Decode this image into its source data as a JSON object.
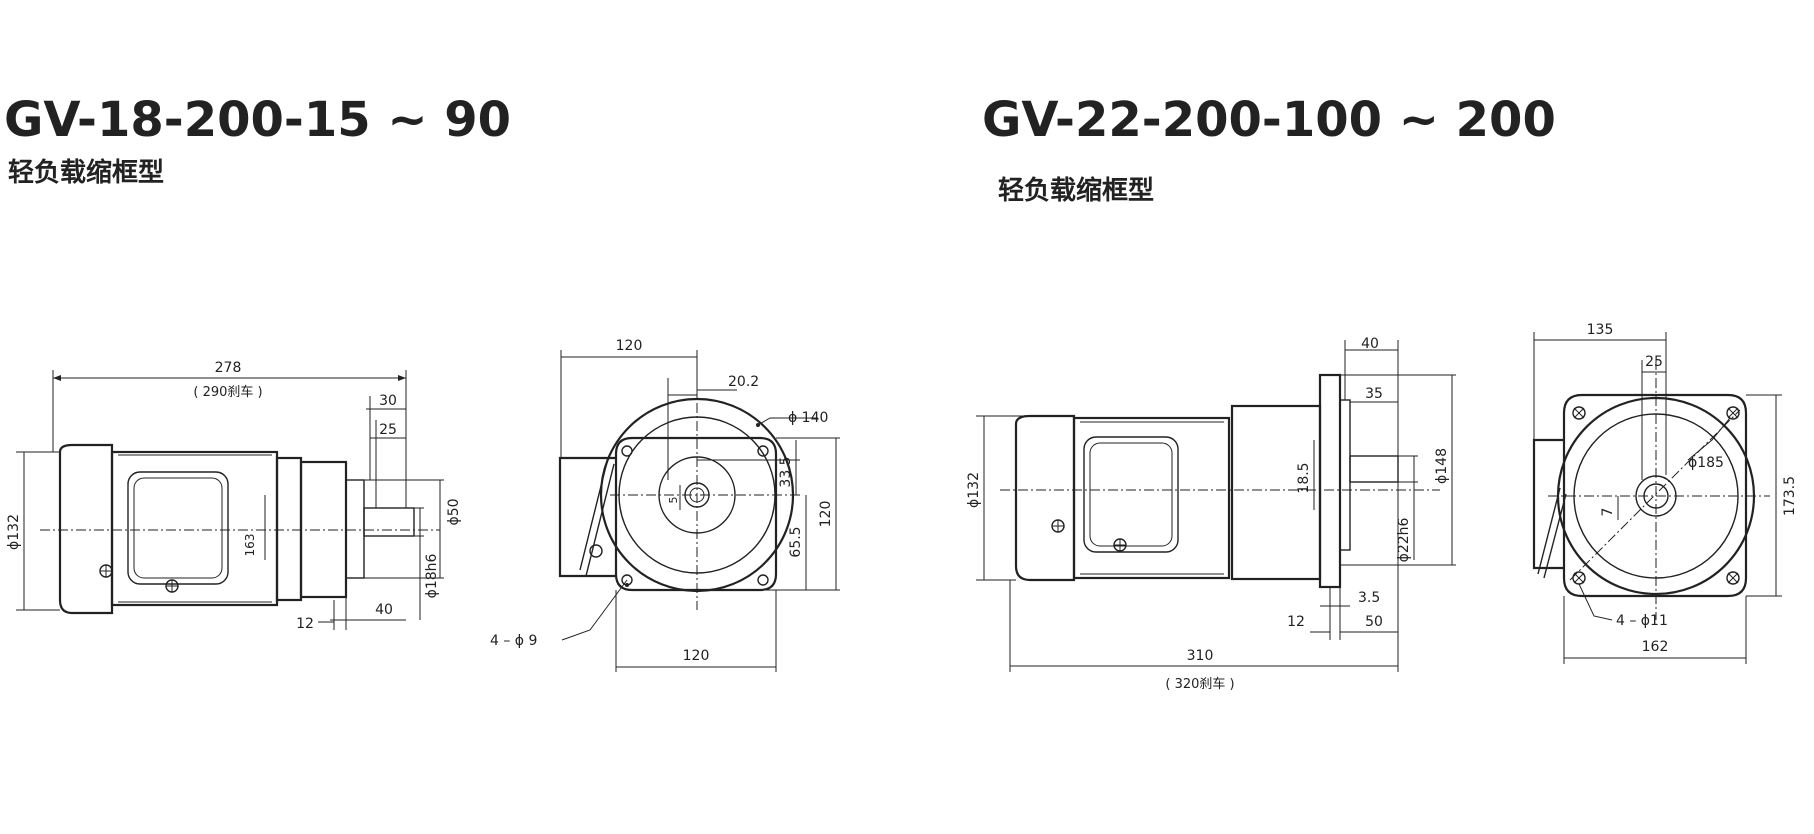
{
  "left": {
    "title": "GV-18-200-15 ~ 90",
    "subtitle": "轻负载缩框型",
    "side_dims": {
      "overall": "278",
      "overall_brake": "( 290刹车 )",
      "d30": "30",
      "d25": "25",
      "phi132": "ϕ132",
      "h163": "163",
      "phi50": "ϕ50",
      "phi18h6": "ϕ18h6",
      "d40": "40",
      "d12": "12"
    },
    "front_dims": {
      "w120_top": "120",
      "d20_2": "20.2",
      "phi140": "ϕ 140",
      "d33_5": "33.5",
      "d5": "5",
      "d120_v": "120",
      "d65_5": "65.5",
      "holes": "4 – ϕ 9",
      "w120_bottom": "120"
    }
  },
  "right": {
    "title": "GV-22-200-100 ~ 200",
    "subtitle": "轻负载缩框型",
    "side_dims": {
      "d40": "40",
      "d35": "35",
      "phi132": "ϕ132",
      "d18_5": "18.5",
      "phi148": "ϕ148",
      "phi22h6": "ϕ22h6",
      "d3_5": "3.5",
      "d12": "12",
      "d50": "50",
      "overall": "310",
      "overall_brake": "( 320刹车 )"
    },
    "front_dims": {
      "w135": "135",
      "d25": "25",
      "phi185": "ϕ185",
      "d7": "7",
      "d173_5": "173.5",
      "holes": "4 – ϕ11",
      "w162": "162"
    }
  }
}
